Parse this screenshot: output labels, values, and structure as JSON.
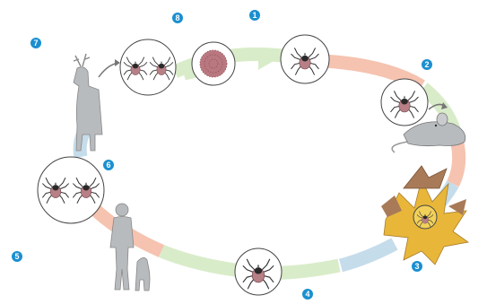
{
  "diagram": {
    "stages": [
      {
        "num": "1",
        "label": "adult-tick-single"
      },
      {
        "num": "2",
        "label": "tick-on-mouse"
      },
      {
        "num": "3",
        "label": "tick-on-leaves"
      },
      {
        "num": "4",
        "label": "tick-on-ground"
      },
      {
        "num": "5",
        "label": "human-and-dog-host"
      },
      {
        "num": "6",
        "label": "two-ticks"
      },
      {
        "num": "7",
        "label": "deer-host"
      },
      {
        "num": "8",
        "label": "two-ticks-and-egg-mass"
      }
    ],
    "colors": {
      "badge": "#1b8fd0",
      "ring_green": "#d9ecc9",
      "ring_salmon": "#f5c3b0",
      "ring_blue": "#c5dceb",
      "tick_body": "#b77f86",
      "tick_shield": "#2a2a2a",
      "egg_mass": "#b9787f",
      "leaf_yellow": "#e8b73a",
      "leaf_brown": "#a87a57",
      "animal_gray": "#b8bbbd"
    },
    "icons": [
      "tick-icon",
      "egg-mass-icon",
      "mouse-icon",
      "leaf-pile-icon",
      "person-icon",
      "dog-icon",
      "deer-icon",
      "arrow-icon"
    ]
  }
}
